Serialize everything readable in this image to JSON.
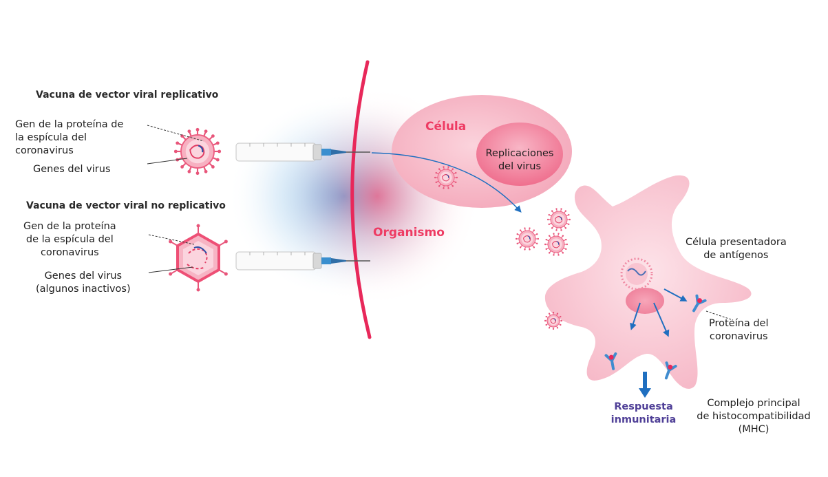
{
  "headings": {
    "replicating": "Vacuna de vector viral replicativo",
    "non_replicating": "Vacuna de vector viral no replicativo"
  },
  "labels": {
    "spike_gene_1": "Gen de la proteína de\nla espícula del\ncoronavirus",
    "virus_genes_1": "Genes del virus",
    "spike_gene_2": "Gen de la proteína\nde la espícula del\ncoronavirus",
    "virus_genes_2": "Genes del virus\n(algunos inactivos)",
    "cell": "Célula",
    "virus_replication": "Replicaciones\ndel virus",
    "organism": "Organismo",
    "apc": "Célula presentadora\nde antígenos",
    "coronavirus_protein": "Proteína del\ncoronavirus",
    "immune_response": "Respuesta\ninmunitaria",
    "mhc": "Complejo principal\nde histocompatibilidad\n(MHC)"
  },
  "colors": {
    "membrane": "#e8285a",
    "pink_accent": "#ee3b63",
    "cell_fill": "#f8c3cf",
    "nucleus_fill": "#f27d98",
    "apc_fill": "#f9c9d4",
    "blue_arrow": "#1f6fc0",
    "purple_text": "#4f3f97",
    "needle_blue": "#3a8fcf"
  },
  "icons": [
    "virus-icon",
    "syringe-icon",
    "mhc-receptor-icon",
    "arrow-icon"
  ]
}
